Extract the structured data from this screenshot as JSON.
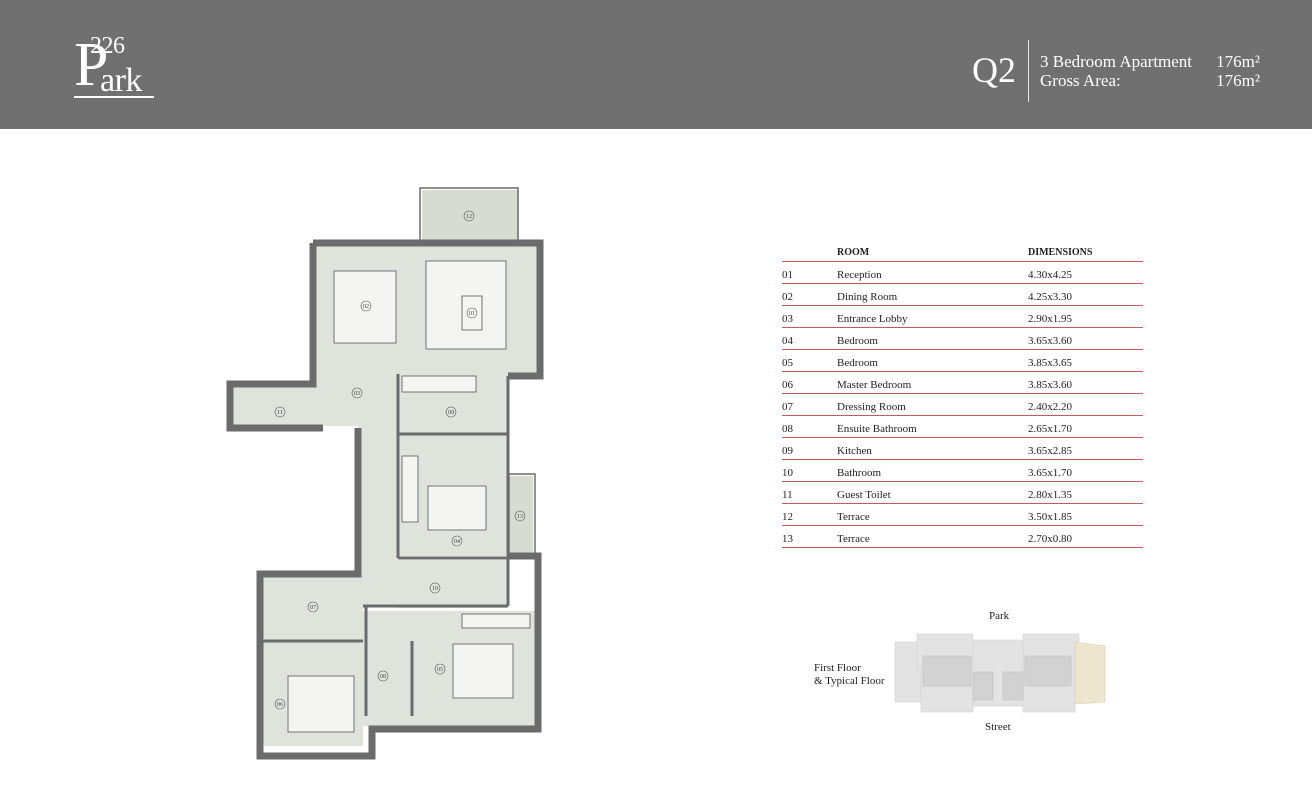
{
  "header": {
    "logo": {
      "number": "226",
      "letter": "P",
      "word": "ark"
    },
    "unit_code": "Q2",
    "unit_type_label": "3 Bedroom Apartment",
    "unit_type_area": "176m²",
    "gross_area_label": "Gross Area:",
    "gross_area_value": "176m²"
  },
  "table": {
    "headers": {
      "room": "ROOM",
      "dimensions": "DIMENSIONS"
    },
    "rows": [
      {
        "no": "01",
        "room": "Reception",
        "dim": "4.30x4.25"
      },
      {
        "no": "02",
        "room": "Dining Room",
        "dim": "4.25x3.30"
      },
      {
        "no": "03",
        "room": "Entrance Lobby",
        "dim": "2.90x1.95"
      },
      {
        "no": "04",
        "room": "Bedroom",
        "dim": "3.65x3.60"
      },
      {
        "no": "05",
        "room": "Bedroom",
        "dim": "3.85x3.65"
      },
      {
        "no": "06",
        "room": "Master Bedroom",
        "dim": "3.85x3.60"
      },
      {
        "no": "07",
        "room": "Dressing Room",
        "dim": "2.40x2.20"
      },
      {
        "no": "08",
        "room": "Ensuite Bathroom",
        "dim": "2.65x1.70"
      },
      {
        "no": "09",
        "room": "Kitchen",
        "dim": "3.65x2.85"
      },
      {
        "no": "10",
        "room": "Bathroom",
        "dim": "3.65x1.70"
      },
      {
        "no": "11",
        "room": "Guest Toilet",
        "dim": "2.80x1.35"
      },
      {
        "no": "12",
        "room": "Terrace",
        "dim": "3.50x1.85"
      },
      {
        "no": "13",
        "room": "Terrace",
        "dim": "2.70x0.80"
      }
    ]
  },
  "keyplan": {
    "park_label": "Park",
    "street_label": "Street",
    "floor_line1": "First Floor",
    "floor_line2": "& Typical Floor"
  },
  "plan_labels": {
    "l01": "01",
    "l02": "02",
    "l03": "03",
    "l04": "04",
    "l05": "05",
    "l06": "06",
    "l07": "07",
    "l08": "08",
    "l09": "09",
    "l10": "10",
    "l11": "11",
    "l12": "12",
    "l13": "13"
  },
  "colors": {
    "header_bg": "#707070",
    "room_fill": "#dfe3dc",
    "wall": "#6b6b6b",
    "table_rule": "#c55b5b",
    "highlight_unit": "#ede6cf"
  }
}
